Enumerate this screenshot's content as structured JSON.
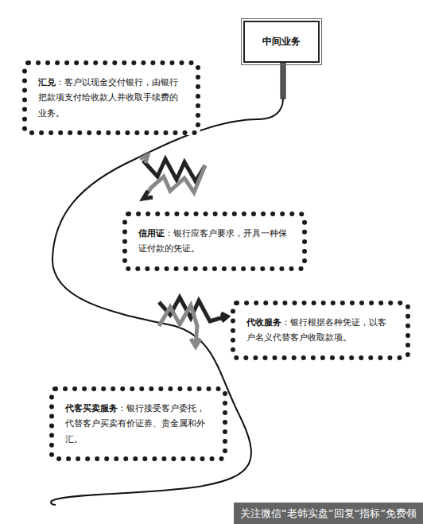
{
  "diagram": {
    "nodes": [
      {
        "text": [
          "中间业务"
        ]
      },
      {
        "text": [
          "汇兑",
          "：客户以现金交付银行，由银行把款项支付给收款人并收取手续费的业务。"
        ]
      },
      {
        "text": [
          "信用证",
          "：银行应客户要求，开具一种保证付款的凭证。"
        ]
      },
      {
        "text": [
          "代收服务",
          "：银行根据各种凭证，以客户名义代替客户收取款项。"
        ]
      },
      {
        "text": [
          "代客买卖服务",
          "：银行接受客户委托，代替客户买卖有价证券、贵金属和外汇。"
        ]
      }
    ],
    "labels": [
      "关注微信“老韩实盘”回复“指标”免费领"
    ]
  }
}
